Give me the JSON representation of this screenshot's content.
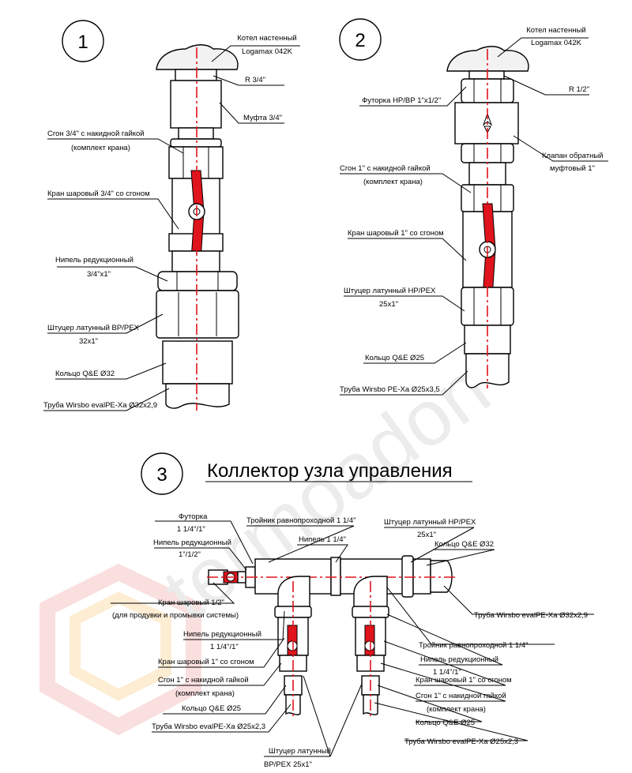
{
  "watermark": {
    "text": "termoadon",
    "logo_colors": [
      "#f7c6c6",
      "#fbe0b0"
    ]
  },
  "diagram1": {
    "number": "1",
    "labels": {
      "boiler": [
        "Котел настенный",
        "Logamax 042K"
      ],
      "r": "R 3/4\"",
      "coupling": "Муфта 3/4\"",
      "union": [
        "Сгон 3/4\" с накидной гайкой",
        "(комплект крана)"
      ],
      "valve": "Кран шаровый 3/4\" со сгоном",
      "nipple": [
        "Нипель редукционный",
        "3/4\"x1\""
      ],
      "fitting": [
        "Штуцер латунный ВР/PEX",
        "32x1\""
      ],
      "ring": "Кольцо Q&E Ø32",
      "pipe": "Труба Wirsbo evalPE-Xa Ø32x2,9"
    }
  },
  "diagram2": {
    "number": "2",
    "labels": {
      "boiler": [
        "Котел настенный",
        "Logamax 042K"
      ],
      "r": "R 1/2\"",
      "bushing": "Футорка НР/ВР 1\"x1/2\"",
      "check": [
        "Клапан обратный",
        "муфтовый 1\""
      ],
      "union": [
        "Сгон 1\" с накидной гайкой",
        "(комплект крана)"
      ],
      "valve": "Кран шаровый 1\" со сгоном",
      "fitting": [
        "Штуцер латунный НР/PEX",
        "25x1\""
      ],
      "ring": "Кольцо Q&E Ø25",
      "pipe": "Труба Wirsbo PE-Xa Ø25x3,5"
    }
  },
  "diagram3": {
    "number": "3",
    "title": "Коллектор узла управления",
    "labels": {
      "bushing": [
        "Футорка",
        "1 1/4\"/1\""
      ],
      "nipple_top": [
        "Нипель редукционный",
        "1\"/1/2\""
      ],
      "tee_top": "Тройник равнопроходной 1 1/4\"",
      "nipple114": "Нипель 1 1/4\"",
      "fitting_top": [
        "Штуцер латунный НР/PEX",
        "25x1\""
      ],
      "ring32": "Кольцо Q&E Ø32",
      "pipe32": "Труба Wirsbo evalPE-Xa Ø32x2,9",
      "valve_half": [
        "Кран шаровый 1/2\"",
        "(для продувки и промывки системы)"
      ],
      "tee_right": "Тройник равнопроходной 1 1/4\"",
      "nipple_left": [
        "Нипель редукционный",
        "1 1/4\"/1\""
      ],
      "valve_left": "Кран шаровый 1\" со сгоном",
      "union_left": [
        "Сгон 1\" с накидной гайкой",
        "(комплект крана)"
      ],
      "ring_left": "Кольцо Q&E Ø25",
      "pipe_left": "Труба Wirsbo evalPE-Xa Ø25x2,3",
      "nipple_right": [
        "Нипель редукционный",
        "1 1/4\"/1\""
      ],
      "valve_right": "Кран шаровый 1\" со сгоном",
      "union_right": [
        "Сгон 1\" с накидной гайкой",
        "(комплект крана)"
      ],
      "ring_right": "Кольцо Q&E Ø25",
      "pipe_right": "Труба Wirsbo evalPE-Xa Ø25x2,3",
      "fitting_bottom": [
        "Штуцер латунный",
        "ВР/PEX 25x1\""
      ]
    }
  }
}
